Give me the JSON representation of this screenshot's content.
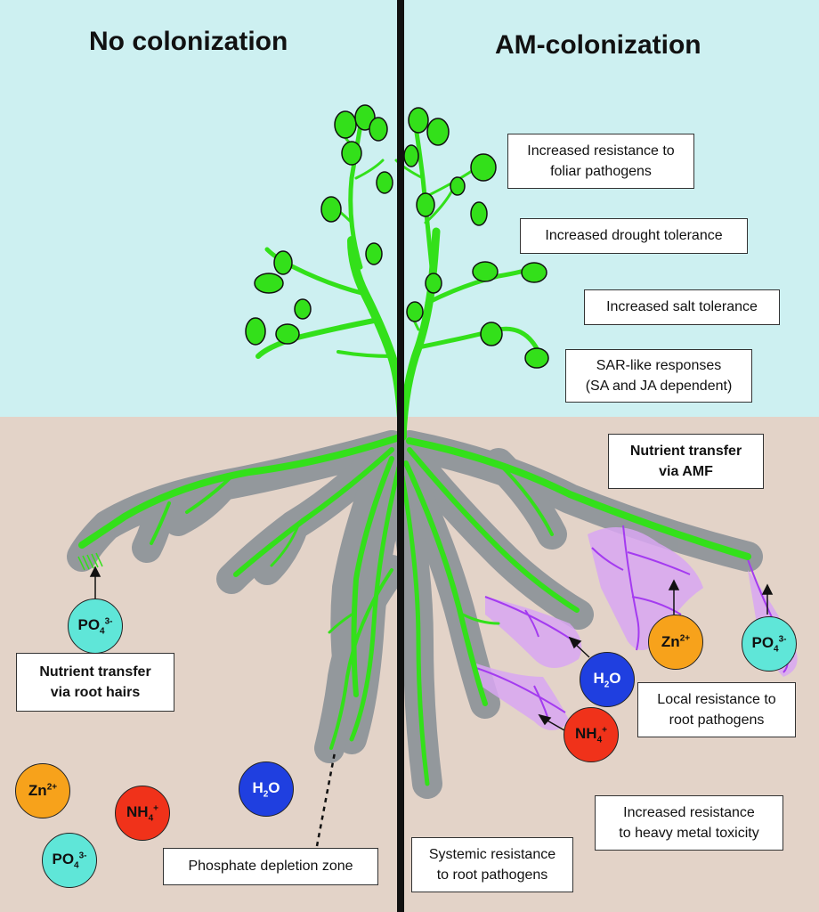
{
  "headings": {
    "left": "No colonization",
    "right": "AM-colonization"
  },
  "colors": {
    "sky": "#cdf0f1",
    "soil": "#e3d3c8",
    "plant": "#33e01a",
    "depletion": "#8f959a",
    "hyphae": "#b06ef0",
    "divider": "#111111"
  },
  "right_labels": {
    "foliar": [
      "Increased resistance to",
      "foliar pathogens"
    ],
    "drought": "Increased drought tolerance",
    "salt": "Increased salt tolerance",
    "sar": [
      "SAR-like responses",
      "(SA and JA dependent)"
    ],
    "nutrient_amf": [
      "Nutrient transfer",
      "via AMF"
    ],
    "local": [
      "Local resistance to",
      "root pathogens"
    ],
    "heavy": [
      "Increased resistance",
      "to heavy metal toxicity"
    ],
    "systemic": [
      "Systemic resistance",
      "to root pathogens"
    ]
  },
  "left_labels": {
    "root_hairs": [
      "Nutrient transfer",
      "via root hairs"
    ],
    "phosphate": "Phosphate depletion zone"
  },
  "nutrients": {
    "po4": {
      "base": "PO",
      "sub": "4",
      "sup": "3-",
      "color": "#5fe6d8"
    },
    "zn": {
      "base": "Zn",
      "sup": "2+",
      "color": "#f7a21b"
    },
    "nh4": {
      "base": "NH",
      "sub": "4",
      "sup": "+",
      "color": "#f0321a"
    },
    "h2o": {
      "base": "H",
      "sub": "2",
      "tail": "O",
      "color": "#1f3fe0"
    }
  }
}
